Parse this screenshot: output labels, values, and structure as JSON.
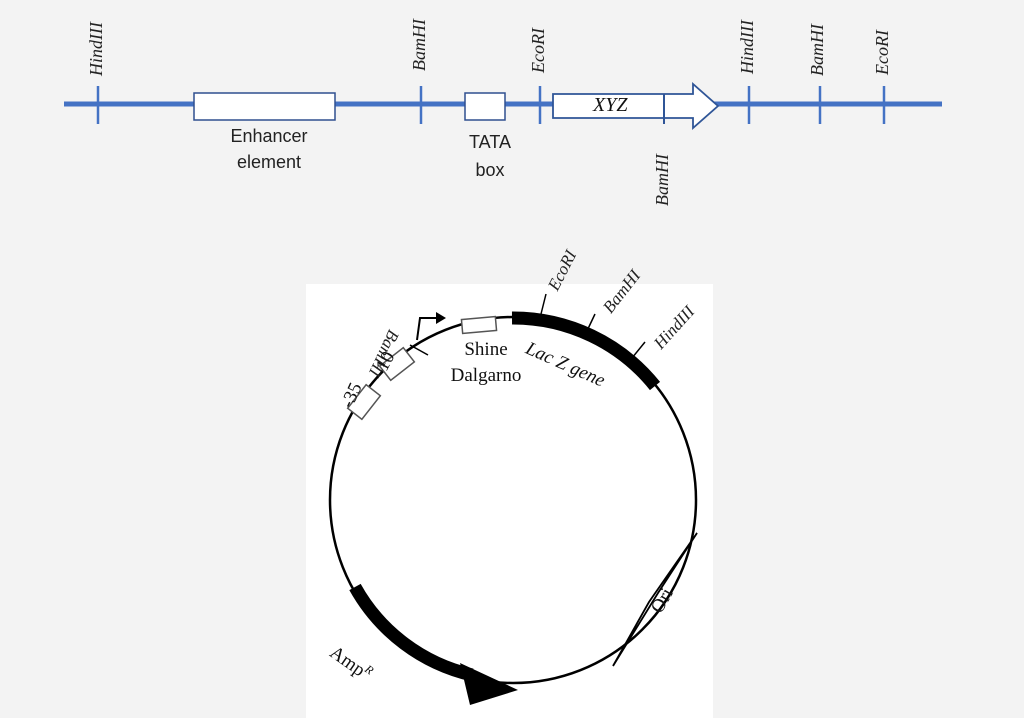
{
  "linear_map": {
    "sites": [
      {
        "label": "HindIII"
      },
      {
        "label": "BamHI"
      },
      {
        "label": "EcoRI"
      },
      {
        "label": "HindIII"
      },
      {
        "label": "BamHI"
      },
      {
        "label": "EcoRI"
      },
      {
        "label": "BamHI"
      }
    ],
    "enhancer_label_line1": "Enhancer",
    "enhancer_label_line2": "element",
    "tata_label_line1": "TATA",
    "tata_label_line2": "box",
    "gene_label": "XYZ",
    "line_color": "#4472c4"
  },
  "plasmid": {
    "sites": {
      "bamhi_left": "BamHI",
      "ecori": "EcoRI",
      "bamhi": "BamHI",
      "hindiii": "HindIII"
    },
    "minus10": "-10",
    "minus35": "-35",
    "shine_line1": "Shine",
    "shine_line2": "Dalgarno",
    "lacz": "Lac Z gene",
    "ori": "Ori",
    "amp": "Amp",
    "amp_sup": "R"
  }
}
